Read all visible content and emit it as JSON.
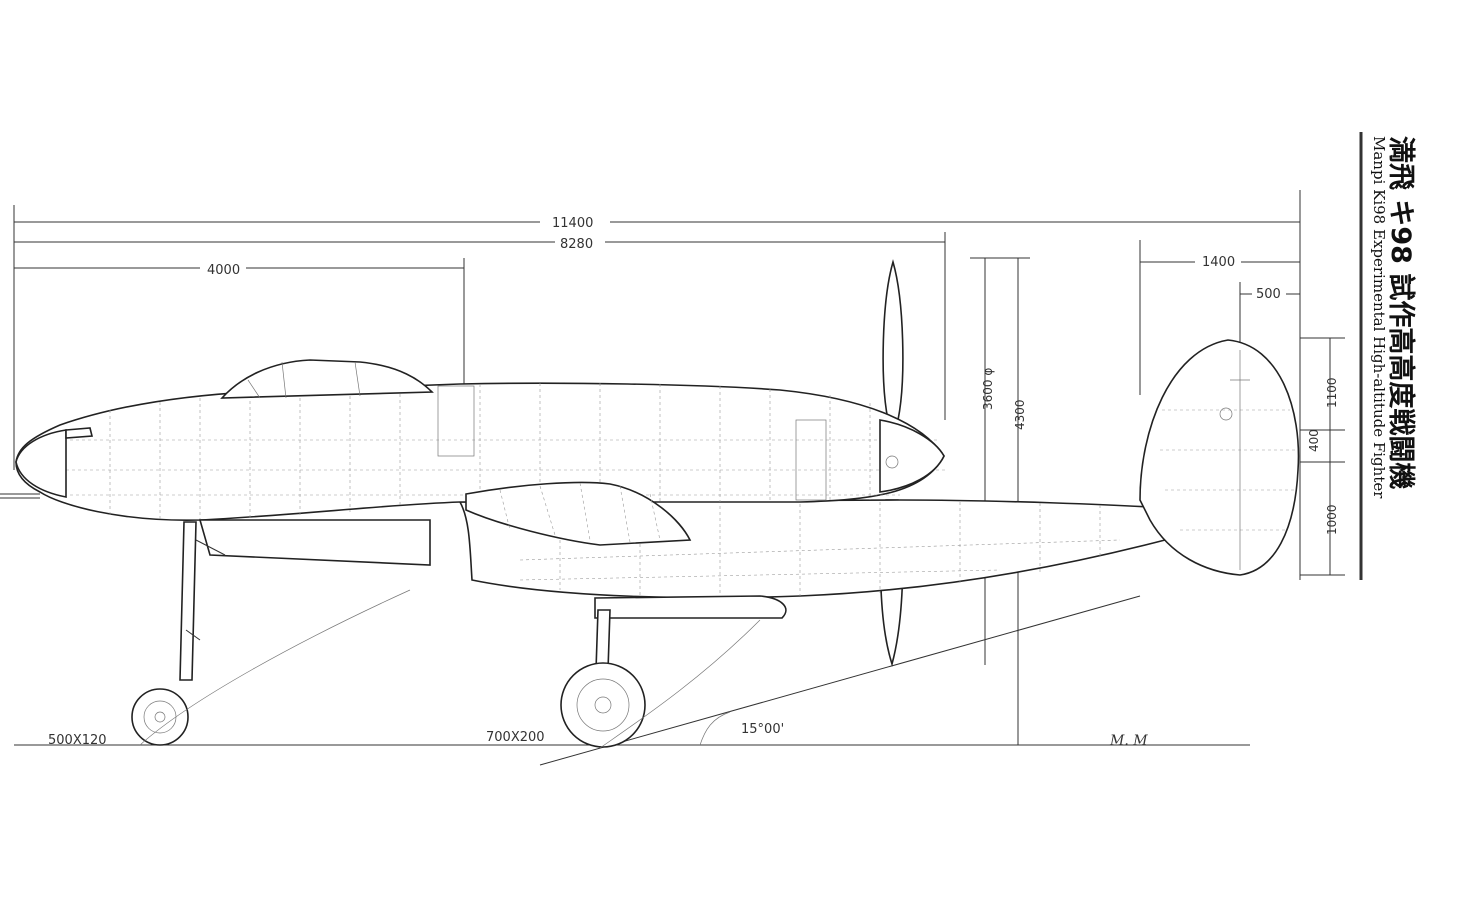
{
  "title": {
    "japanese": "満飛 キ98 試作高高度戦闘機",
    "english": "Manpi Ki98 Experimental High-altitude Fighter"
  },
  "dimensions": {
    "overall_length": "11400",
    "fuselage_length": "8280",
    "nose_to_cockpit": "4000",
    "tail_width": "1400",
    "tail_offset": "500",
    "propeller_diameter": "3600 φ",
    "overall_height": "4300",
    "fin_top": "1100",
    "fin_mid": "400",
    "fin_bottom": "1000",
    "nose_wheel": "500X120",
    "main_wheel": "700X200",
    "ground_angle": "15°00'"
  },
  "signature": "M. M"
}
